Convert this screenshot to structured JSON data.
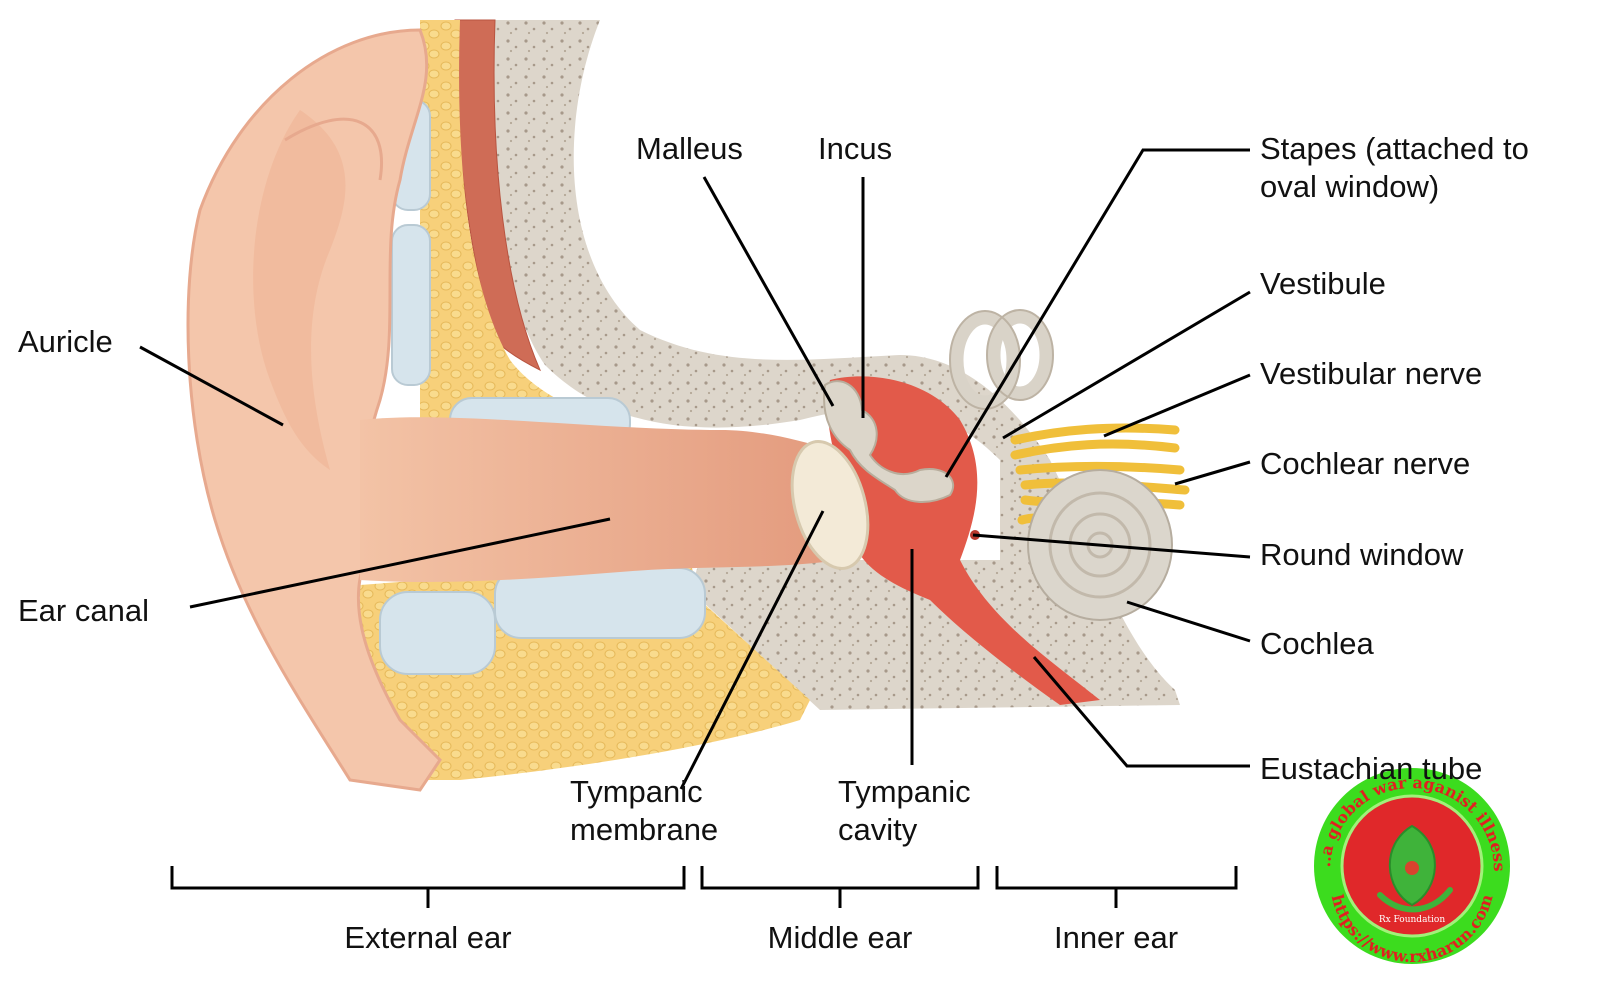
{
  "labels": {
    "auricle": "Auricle",
    "ear_canal": "Ear canal",
    "malleus": "Malleus",
    "incus": "Incus",
    "stapes": "Stapes (attached to oval window)",
    "vestibule": "Vestibule",
    "vestibular_nerve": "Vestibular nerve",
    "cochlear_nerve": "Cochlear nerve",
    "round_window": "Round window",
    "cochlea": "Cochlea",
    "eustachian_tube": "Eustachian tube",
    "tympanic_membrane": "Tympanic membrane",
    "tympanic_cavity": "Tympanic cavity"
  },
  "regions": {
    "external": "External ear",
    "middle": "Middle ear",
    "inner": "Inner ear"
  },
  "logo": {
    "arc_top": "....a global war aganist illness!",
    "arc_bottom": "https://www.rxharun.com",
    "center": "Rx Foundation"
  },
  "colors": {
    "skin": "#f4c3a8",
    "skin_dark": "#e9a68a",
    "fat": "#f7d27a",
    "cartilage": "#d5e3ea",
    "bone": "#dcd6cc",
    "muscle": "#cd6b55",
    "cavity_red": "#e0594a",
    "nerve": "#f2c23c",
    "logo_green": "#3cdc1e",
    "logo_red": "#e0282a"
  }
}
